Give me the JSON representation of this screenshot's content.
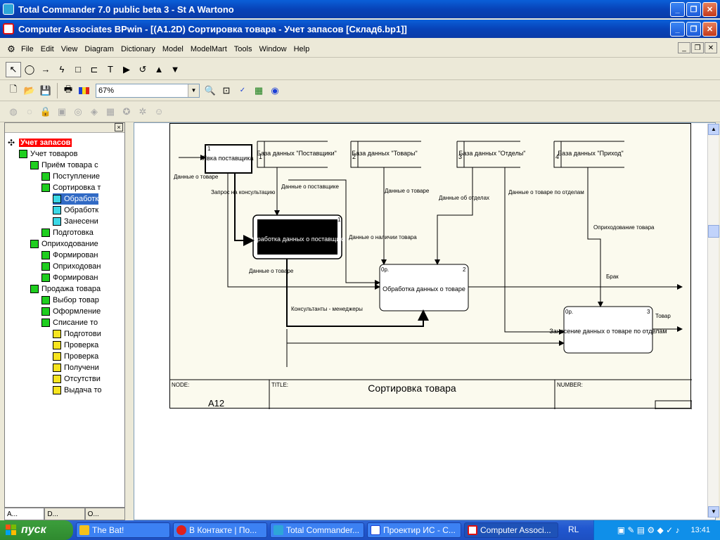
{
  "outer_window": {
    "title": "Total Commander 7.0 public beta 3 - St A Wartono"
  },
  "app_window": {
    "title": "Computer Associates BPwin - [(A1.2D) Сортировка товара  - Учет запасов  [Склад6.bp1]]"
  },
  "menu": [
    "File",
    "Edit",
    "View",
    "Diagram",
    "Dictionary",
    "Model",
    "ModelMart",
    "Tools",
    "Window",
    "Help"
  ],
  "zoom": {
    "value": "67%"
  },
  "tree": {
    "root": "Учет запасов",
    "items": [
      {
        "label": "Учет товаров",
        "icon": "green"
      },
      {
        "label": "Приём товара  с",
        "icon": "green"
      },
      {
        "label": "Поступление",
        "icon": "green"
      },
      {
        "label": "Сортировка т",
        "icon": "green"
      },
      {
        "label": "Обработк",
        "icon": "cyan"
      },
      {
        "label": "Обработк",
        "icon": "cyan"
      },
      {
        "label": "Занесени",
        "icon": "cyan"
      },
      {
        "label": "Подготовка",
        "icon": "green"
      },
      {
        "label": "Оприходование",
        "icon": "green"
      },
      {
        "label": "Формирован",
        "icon": "green"
      },
      {
        "label": "Оприходован",
        "icon": "green"
      },
      {
        "label": "Формирован",
        "icon": "green"
      },
      {
        "label": "Продажа товара",
        "icon": "green"
      },
      {
        "label": "Выбор товар",
        "icon": "green"
      },
      {
        "label": "Оформление",
        "icon": "green"
      },
      {
        "label": "Списание  то",
        "icon": "green"
      },
      {
        "label": "Подготови",
        "icon": "yellow"
      },
      {
        "label": "Проверка",
        "icon": "yellow"
      },
      {
        "label": "Проверка",
        "icon": "yellow"
      },
      {
        "label": "Получени",
        "icon": "yellow"
      },
      {
        "label": "Отсутстви",
        "icon": "yellow"
      },
      {
        "label": "Выдача то",
        "icon": "yellow"
      }
    ]
  },
  "sidebar_tabs": [
    "А...",
    "D...",
    "O..."
  ],
  "diagram": {
    "boxes": {
      "yavka": "Явка поставщика",
      "db1_num": "1",
      "db1": "База данных \"Поставщики\"",
      "db2_num": "2",
      "db2": "База данных \"Товары\"",
      "db3_num": "3",
      "db3": "База данных \"Отделы\"",
      "db4_num": "4",
      "db4": "База данных \"Приход\"",
      "a1": "Обработка данных о поставщике",
      "a1_num": "1",
      "a2": "Обработка данных о товаре",
      "a2_cost": "0р.",
      "a2_num": "2",
      "a3": "Занесение данных о товаре по отделам",
      "a3_cost": "0р.",
      "a3_num": "3"
    },
    "arrows": {
      "dannye_o_tovare": "Данные о товаре",
      "zapros": "Запрос на консультацию",
      "dannye_o_postavshike": "Данные о поставщике",
      "dannye_o_nalichii": "Данные о наличии товара",
      "dannye_o_tovare2": "Данные о товаре",
      "dannye_ob_otdelah": "Данные об отделах",
      "dannye_o_tovare_po_otdelam": "Данные о товаре по отделам",
      "oprihodovanie": "Оприходование товара",
      "brak": "Брак",
      "dannye_o_tovare3": "Данные о товаре",
      "konsultanty": "Консультанты - менеджеры",
      "tovar": "Товар"
    },
    "frame": {
      "node_label": "NODE:",
      "node_value": "A12",
      "title_label": "TITLE:",
      "title_value": "Сортировка товара",
      "number_label": "NUMBER:"
    }
  },
  "taskbar": {
    "start": "пуск",
    "tasks": [
      "The Bat!",
      "В Контакте | По...",
      "Total Commander...",
      "Проектир ИС - С...",
      "Computer Associ..."
    ],
    "lang": "RL",
    "time": "13:41"
  }
}
